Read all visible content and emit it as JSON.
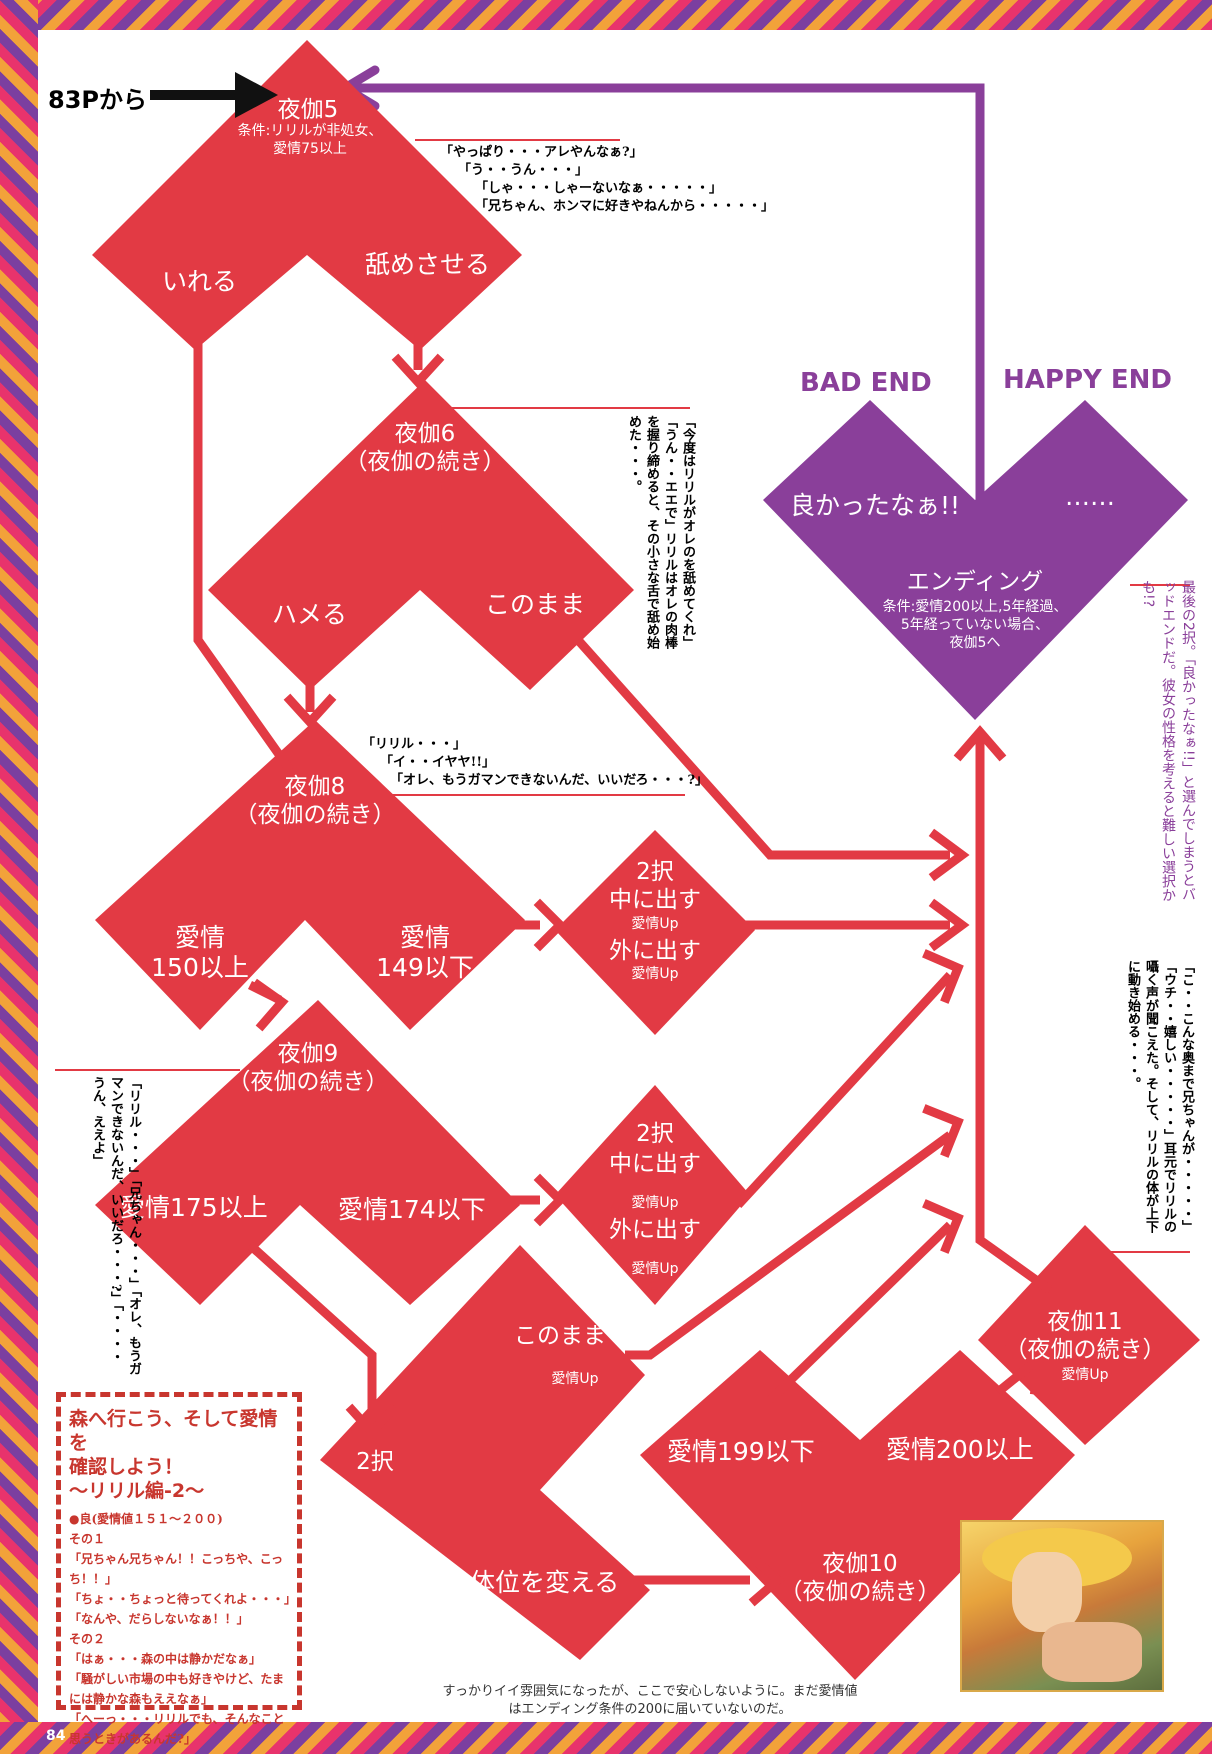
{
  "page": {
    "from_label": "83Pから",
    "page_number": "84"
  },
  "endings": {
    "bad_label": "BAD END",
    "happy_label": "HAPPY END",
    "bad_choice": "良かったなぁ!!",
    "happy_choice": "……",
    "title": "エンディング",
    "condition": [
      "条件:愛情200以上,5年経過、",
      "5年経っていない場合、",
      "夜伽5へ"
    ]
  },
  "node5": {
    "title": "夜伽5",
    "condition": [
      "条件:リリルが非処女、",
      "愛情75以上"
    ],
    "choice_left": "いれる",
    "choice_right": "舐めさせる"
  },
  "node6": {
    "title": [
      "夜伽6",
      "（夜伽の続き）"
    ],
    "choice_left": "ハメる",
    "choice_right": "このまま"
  },
  "node8": {
    "title": [
      "夜伽8",
      "（夜伽の続き）"
    ],
    "choice_left": [
      "愛情",
      "150以上"
    ],
    "choice_right": [
      "愛情",
      "149以下"
    ]
  },
  "choice8b": {
    "title": "2択",
    "opt1": "中に出す",
    "opt1_sub": "愛情Up",
    "opt2": "外に出す",
    "opt2_sub": "愛情Up"
  },
  "node9": {
    "title": [
      "夜伽9",
      "（夜伽の続き）"
    ],
    "choice_left": "愛情175以上",
    "choice_right": "愛情174以下"
  },
  "choice9b": {
    "title": "2択",
    "opt1": "中に出す",
    "opt1_sub": "愛情Up",
    "opt2": "外に出す",
    "opt2_sub": "愛情Up"
  },
  "choice2": {
    "title": "2択",
    "opt1": "このまま",
    "opt1_sub": "愛情Up",
    "opt2": "体位を変える"
  },
  "node10": {
    "title": [
      "夜伽10",
      "（夜伽の続き）"
    ],
    "choice_left": "愛情199以下",
    "choice_right": "愛情200以上"
  },
  "node11": {
    "title": [
      "夜伽11",
      "（夜伽の続き）"
    ],
    "sub": "愛情Up"
  },
  "dialog5": [
    "「やっぱり・・・アレやんなぁ?」",
    "「う・・うん・・・」",
    "「しゃ・・・しゃーないなぁ・・・・・」",
    "「兄ちゃん、ホンマに好きやねんから・・・・・」"
  ],
  "dialog6": "「今度はリリルがオレのを舐めてくれ」「うん・・エエで」リリルはオレの肉棒を握り締めると、その小さな舌で舐め始めた・・・。",
  "dialog8": [
    "「リリル・・・」",
    "「イ・・イヤヤ!!」",
    "「オレ、もうガマンできないんだ、いいだろ・・・?」"
  ],
  "dialog9": "「リリル・・・」「兄ちゃん・・・」「オレ、もうガマンできないんだ、いいだろ・・・?」「・・・・うん、ええよ」",
  "dialog11": "「こ・・こんな奥まで兄ちゃんが・・・・・」「ウチ・・嬉しい・・・・・」耳元でリリルの囁く声が聞こえた。そして、リリルの体が上下に動き始める・・・。",
  "side_note": "最後の2択。「良かったなぁ!!」と選んでしまうとバッドエンドだ。彼女の性格を考えると難しい選択かも!?",
  "bottom_note": "すっかりイイ雰囲気になったが、ここで安心しないように。まだ愛情値はエンディング条件の200に届いていないのだ。",
  "info_box": {
    "title": [
      "森へ行こう、そして愛情を",
      "確認しよう！",
      "〜リリル編-2〜"
    ],
    "lines": [
      "●良(愛情値１５１〜２００)",
      "その１",
      "「兄ちゃん兄ちゃん！！こっちや、こっ",
      "ち！！」",
      "「ちょ・・ちょっと待ってくれよ・・・」",
      "「なんや、だらしないなぁ！！」",
      "その２",
      "「はぁ・・・森の中は静かだなぁ」",
      "「騒がしい市場の中も好きやけど、たま",
      "には静かな森もええなぁ」",
      "「へーっ・・・リリルでも、そんなこと",
      "思うときがあるんだ?」"
    ]
  },
  "colors": {
    "red": "#e23a44",
    "purple": "#8a3f9a",
    "black": "#111111"
  }
}
